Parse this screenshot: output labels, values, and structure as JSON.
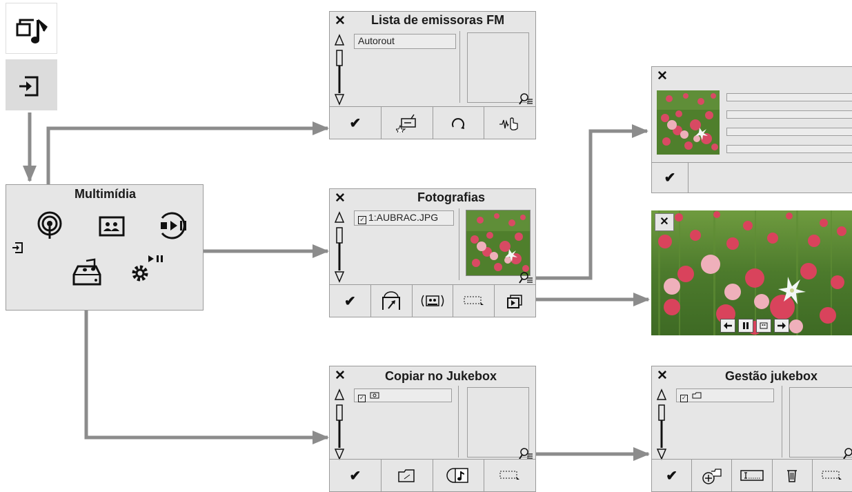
{
  "main_menu": {
    "title": "Multimídia",
    "icons": [
      "radio-icon",
      "photos-icon",
      "media-player-icon",
      "jukebox-icon",
      "settings-icon",
      "source-exit-icon"
    ]
  },
  "top_icons": [
    "media-source-icon",
    "source-input-icon"
  ],
  "fm_list": {
    "title": "Lista de emissoras FM",
    "close": "✕",
    "item": "Autorout",
    "toolbar": [
      "confirm",
      "preset-radio",
      "refresh",
      "touch-sound"
    ]
  },
  "photos": {
    "title": "Fotografias",
    "close": "✕",
    "item": "1:AUBRAC.JPG",
    "toolbar": [
      "confirm",
      "rotate-photo",
      "slideshow",
      "select-all",
      "fullscreen"
    ]
  },
  "photo_info": {
    "close": "✕",
    "fields": 4
  },
  "photo_fullscreen": {
    "close": "✕",
    "controls": [
      "previous",
      "pause",
      "slideshow",
      "next"
    ]
  },
  "copy_jukebox": {
    "title": "Copiar no Jukebox",
    "close": "✕",
    "toolbar": [
      "confirm",
      "folder",
      "music-file",
      "select-all"
    ]
  },
  "jukebox_mgmt": {
    "title": "Gestão jukebox",
    "close": "✕",
    "toolbar": [
      "confirm",
      "new-folder",
      "rename",
      "delete",
      "select-all"
    ]
  },
  "colors": {
    "panel": "#e6e6e6",
    "border": "#9a9a9a",
    "arrow": "#8c8c8c"
  },
  "check_glyph": "✔"
}
